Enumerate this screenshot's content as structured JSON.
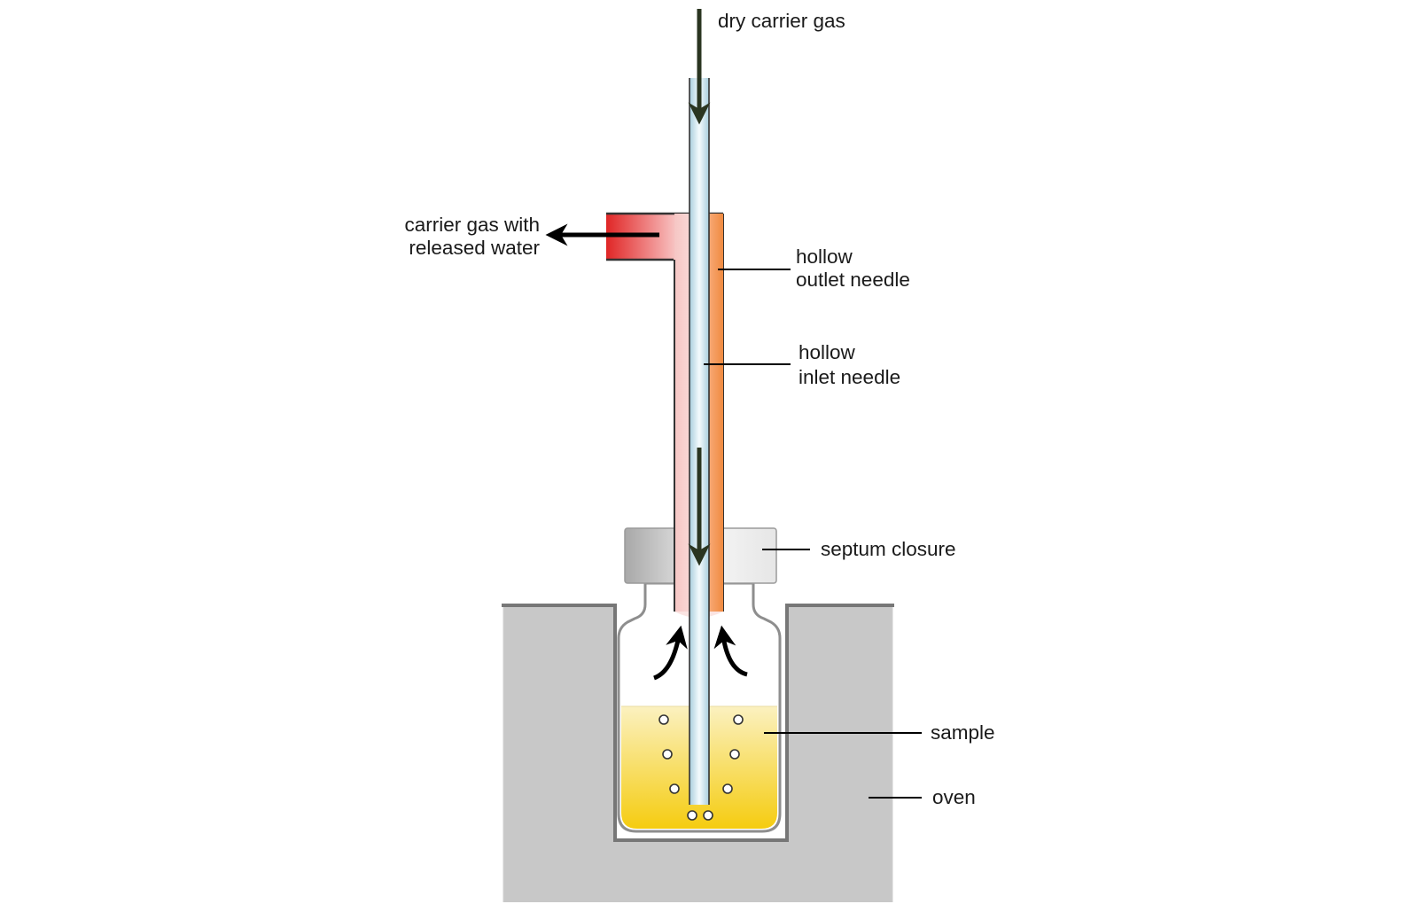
{
  "labels": {
    "dry_carrier_gas": "dry carrier gas",
    "carrier_gas_with": "carrier gas with",
    "released_water": "released water",
    "outlet_line1": "hollow",
    "outlet_line2": "outlet needle",
    "inlet_line1": "hollow",
    "inlet_line2": "inlet needle",
    "septum_closure": "septum closure",
    "sample": "sample",
    "oven": "oven"
  },
  "colors": {
    "oven": "#c8c8c8",
    "sample_top": "#fbf1c0",
    "sample_bottom": "#f5cc10",
    "inlet_needle": "#cfe6ef",
    "outlet_needle_left": "#f6c6c4",
    "outlet_needle_right": "#f08a40",
    "outlet_port": "#e02626",
    "septum": "#bdbdbd",
    "flow_arrow": "#2a3520"
  }
}
